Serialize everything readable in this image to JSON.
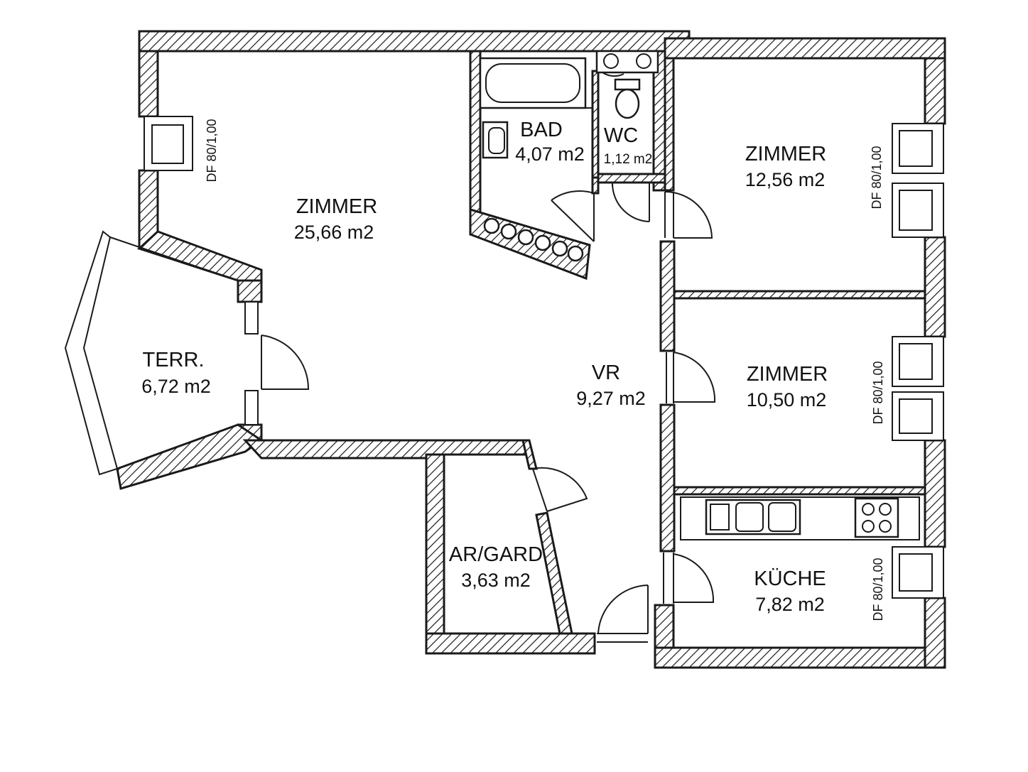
{
  "rooms": {
    "zimmer_main": {
      "name": "ZIMMER",
      "area": "25,66 m2"
    },
    "bad": {
      "name": "BAD",
      "area": "4,07 m2"
    },
    "wc": {
      "name": "WC",
      "area": "1,12 m2"
    },
    "zimmer_ne": {
      "name": "ZIMMER",
      "area": "12,56 m2"
    },
    "zimmer_e": {
      "name": "ZIMMER",
      "area": "10,50 m2"
    },
    "terr": {
      "name": "TERR.",
      "area": "6,72 m2"
    },
    "vr": {
      "name": "VR",
      "area": "9,27 m2"
    },
    "ar_gard": {
      "name": "AR/GARD",
      "area": "3,63 m2"
    },
    "kueche": {
      "name": "KÜCHE",
      "area": "7,82 m2"
    }
  },
  "windows": {
    "west": "DF 80/1,00",
    "east_1": "DF 80/1,00",
    "east_2": "DF 80/1,00",
    "east_3": "DF 80/1,00"
  }
}
